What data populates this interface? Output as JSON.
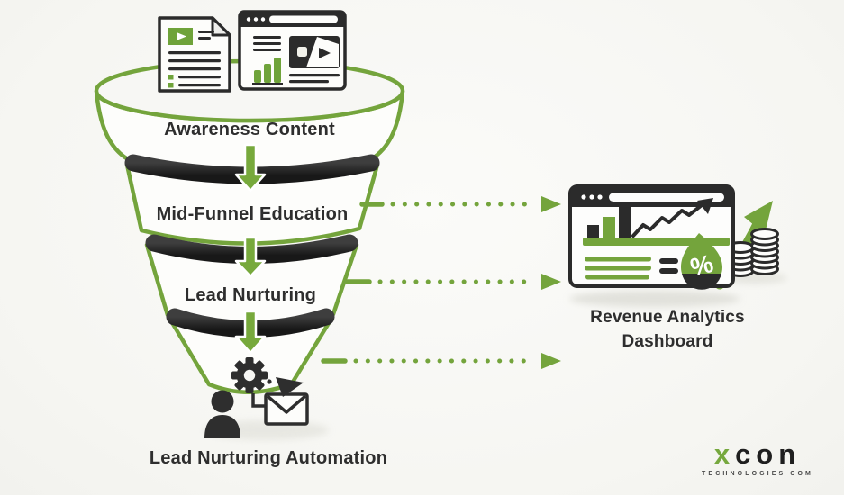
{
  "funnel": {
    "stages": [
      {
        "label": "Awareness Content"
      },
      {
        "label": "Mid-Funnel Education"
      },
      {
        "label": "Lead Nurturing"
      }
    ],
    "bottom_label": "Lead Nurturing Automation"
  },
  "dashboard": {
    "label": "Revenue Analytics Dashboard",
    "percent_glyph": "%"
  },
  "brand": {
    "name_prefix": "x",
    "name_suffix": "con",
    "tagline": "TECHNOLOGIES COM"
  },
  "colors": {
    "green": "#74a43c",
    "dark": "#2b2b2b",
    "text": "#2e2e2e",
    "background": "#f7f7f4"
  },
  "icons": {
    "top_of_funnel": [
      "article-video-document-icon",
      "webpage-media-icon"
    ],
    "bottom_of_funnel": [
      "person-icon",
      "gear-icon",
      "email-icon",
      "send-arrow-icon"
    ],
    "dashboard": [
      "browser-window-icon",
      "bar-chart-icon",
      "trend-line-arrow-icon",
      "percent-droplet-icon",
      "equals-icon",
      "coin-stacks-icon",
      "growth-arrow-icon"
    ],
    "connectors": [
      "down-arrow-icon",
      "dotted-arrow-icon"
    ]
  }
}
